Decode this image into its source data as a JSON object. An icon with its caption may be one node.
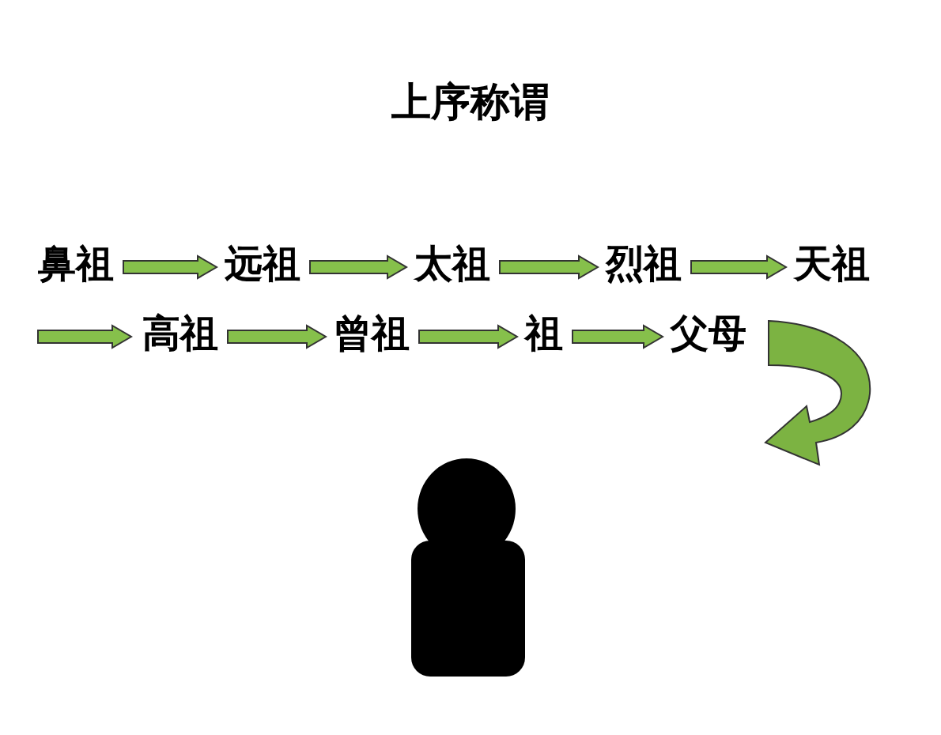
{
  "diagram": {
    "title": "上序称谓",
    "nodes": [
      {
        "text": [
          "鼻祖"
        ]
      },
      {
        "text": [
          "远祖"
        ]
      },
      {
        "text": [
          "太祖"
        ]
      },
      {
        "text": [
          "烈祖"
        ]
      },
      {
        "text": [
          "天祖"
        ]
      },
      {
        "text": [
          "高祖"
        ]
      },
      {
        "text": [
          "曾祖"
        ]
      },
      {
        "text": [
          "祖"
        ]
      },
      {
        "text": [
          "父母"
        ]
      }
    ],
    "edges": [
      {
        "from": 0,
        "to": 1,
        "arrow": "to"
      },
      {
        "from": 1,
        "to": 2,
        "arrow": "to"
      },
      {
        "from": 2,
        "to": 3,
        "arrow": "to"
      },
      {
        "from": 3,
        "to": 4,
        "arrow": "to"
      },
      {
        "from": null,
        "to": 5,
        "arrow": "to"
      },
      {
        "from": 5,
        "to": 6,
        "arrow": "to"
      },
      {
        "from": 6,
        "to": 7,
        "arrow": "to"
      },
      {
        "from": 7,
        "to": 8,
        "arrow": "to"
      },
      {
        "from": 8,
        "to": null,
        "arrow": "to"
      }
    ]
  }
}
